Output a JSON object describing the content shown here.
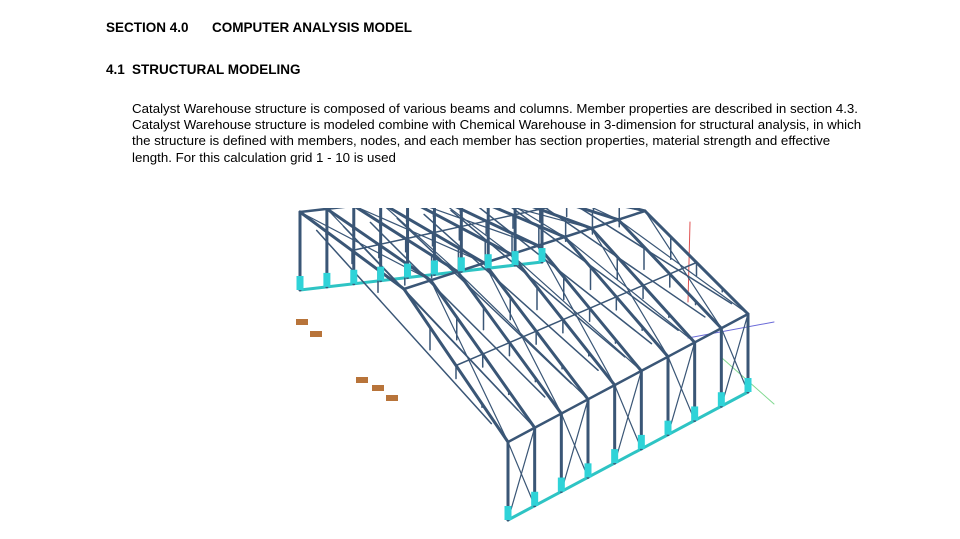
{
  "section": {
    "number": "SECTION 4.0",
    "title": "COMPUTER ANALYSIS MODEL"
  },
  "subsection": {
    "number": "4.1",
    "title": "STRUCTURAL MODELING"
  },
  "paragraph": [
    "Catalyst Warehouse structure is composed of various beams and columns. Member properties are described in section 4.3.",
    "Catalyst Warehouse structure is modeled combine with Chemical Warehouse in 3-dimension for structural analysis, in which",
    "the structure is defined with members, nodes, and each member has section properties, material strength and effective",
    "length. For this calculation grid 1 - 10 is used"
  ],
  "figure": {
    "colors": {
      "members": "#3a5676",
      "columns_base": "#2fd3d8",
      "ground_beams": "#2ec4c4",
      "supports": "#b8743a",
      "axis_x": "#7fd88f",
      "axis_y": "#e05050",
      "axis_z": "#6a6ad8"
    }
  }
}
